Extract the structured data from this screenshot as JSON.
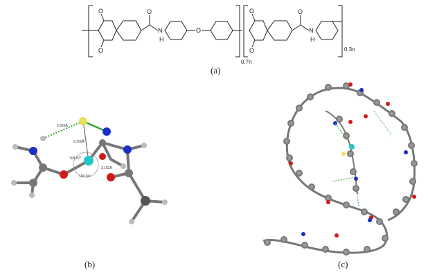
{
  "panels": {
    "a": {
      "label": "(a)",
      "subscript_left": "0.7n",
      "subscript_right": "0.3n",
      "atom_O": "O",
      "atom_N": "N",
      "atom_H": "H"
    },
    "b": {
      "label": "(b)",
      "d1": "2.625Å",
      "d2": "2.290Å",
      "d3": "2.162Å",
      "a1": "109.87°",
      "a2": "109.94°"
    },
    "c": {
      "label": "(c)"
    }
  },
  "colors": {
    "carbon": "#8a8a8a",
    "oxygen": "#d11a1a",
    "nitrogen": "#1a2fc9",
    "metal": "#20c7c7",
    "sulfur": "#e8e05a",
    "hbond": "#2faa2f"
  }
}
